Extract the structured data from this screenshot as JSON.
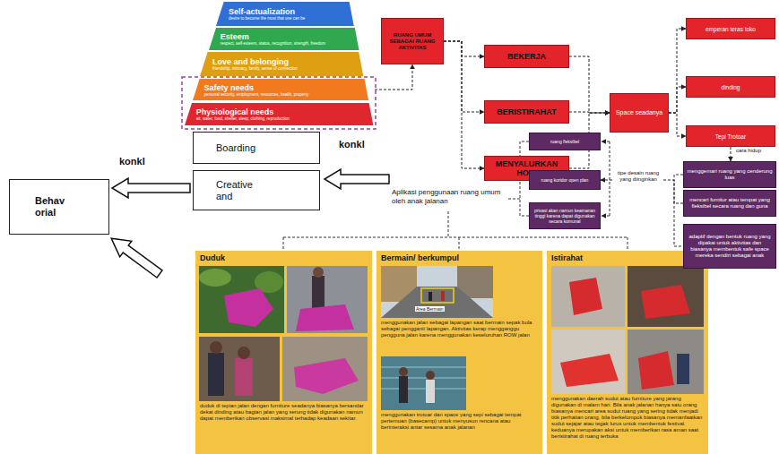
{
  "diagram": {
    "nodes": [
      {
        "text": [
          "Self-actualization",
          "desire to become the most that one can be"
        ]
      },
      {
        "text": [
          "Esteem",
          "respect, self-esteem, status, recognition, strength, freedom"
        ]
      },
      {
        "text": [
          "Love and belonging",
          "friendship, intimacy, family, sense of connection"
        ]
      },
      {
        "text": [
          "Safety needs",
          "personal security, employment, resources, health, property"
        ]
      },
      {
        "text": [
          "Physiological needs",
          "air, water, food, shelter, sleep, clothing, reproduction"
        ]
      },
      {
        "text": [
          "RUANG UMUM SEBAGAI RUANG AKTIVITAS"
        ]
      },
      {
        "text": [
          "BEKERJA"
        ]
      },
      {
        "text": [
          "BERISTIRAHAT"
        ]
      },
      {
        "text": [
          "MENYALURKAN HOBI"
        ]
      },
      {
        "text": [
          "Space seadanya"
        ]
      },
      {
        "text": [
          "emperan teras toko"
        ]
      },
      {
        "text": [
          "dinding"
        ]
      },
      {
        "text": [
          "Tepi Trotoar"
        ]
      },
      {
        "text": [
          "menggemari ruang yang cenderung luas"
        ]
      },
      {
        "text": [
          "mencari furnitur atau tempat yang fleksibel secara ruang dan guna"
        ]
      },
      {
        "text": [
          "adaptif dengan bentuk ruang yang dipakai untuk aktivitas dan biasanya membentuk safe space mereka sendiri sebagai anak"
        ]
      },
      {
        "text": [
          "ruang fleksibel"
        ]
      },
      {
        "text": [
          "ruang koridor open plan"
        ]
      },
      {
        "text": [
          "privasi akan namun keamanan tinggi karena dapat digunakan secara komunal"
        ]
      },
      {
        "text": [
          "Boarding"
        ]
      },
      {
        "text": [
          "Creative and"
        ]
      },
      {
        "text": [
          "Behav orial"
        ]
      },
      {
        "text": [
          "Duduk",
          "duduk di tepian jalan dengan furniture seadanya biasanya bersandar dekat dinding atau bagian jalan yang serung tidak digunakan namun dapat memberikan observasi maksimal terhadap keadaan sekitar."
        ]
      },
      {
        "text": [
          "Bermain/ berkumpul",
          "menggunakan jalan sebagai lapangan saat bermain sepak bola sebagai pengganti lapangan. Aktivitas kerap mengganggu pengguna jalan karena menggunakan keseluruhan ROW jalan",
          "menggunakan trotoar dan space yang sepi sebagai tempat pertemuan (basecamp) untuk menyusun rencana atau berinteraksi antar sesama anak jalanan"
        ]
      },
      {
        "text": [
          "Istirahat",
          "menggunakan daerah sudut atau furniture yang jarang digunakan di malam hari. Bila anak jalanan hanya satu orang biasanya mencari area sudut ruang yang sering tidak menjadi titik perhatian orang, bila berkelompok biasanya memanfaatkan sudut sejajar atau tegak lurus untuk membentuk festival. keduanya merupakan aksi untuk memberikan rasa aman saat beristirahat di ruang terbuka"
        ]
      }
    ],
    "edges": [
      {
        "from": 3,
        "to": 5,
        "arrow": "to"
      },
      {
        "from": 5,
        "to": 6,
        "arrow": "to"
      },
      {
        "from": 5,
        "to": 7,
        "arrow": "to"
      },
      {
        "from": 5,
        "to": 8,
        "arrow": "to"
      },
      {
        "from": 6,
        "to": 9,
        "arrow": "to"
      },
      {
        "from": 7,
        "to": 9,
        "arrow": "to"
      },
      {
        "from": 8,
        "to": 9,
        "arrow": "to"
      },
      {
        "from": 9,
        "to": 10,
        "arrow": "to"
      },
      {
        "from": 9,
        "to": 11,
        "arrow": "to"
      },
      {
        "from": 9,
        "to": 12,
        "arrow": "to"
      },
      {
        "from": 12,
        "to": 13,
        "label": "cara hidup",
        "arrow": "to"
      },
      {
        "from": 14,
        "to": 17,
        "label": "tipe desain ruang yang diinginkan",
        "arrow": "to"
      },
      {
        "from": 20,
        "to": 21,
        "label": "konkl",
        "arrow": "to"
      }
    ],
    "labels": [
      "konkl",
      "Aplikasi penggunaan ruang umum oleh anak jalanan",
      "Area Bermain"
    ]
  }
}
